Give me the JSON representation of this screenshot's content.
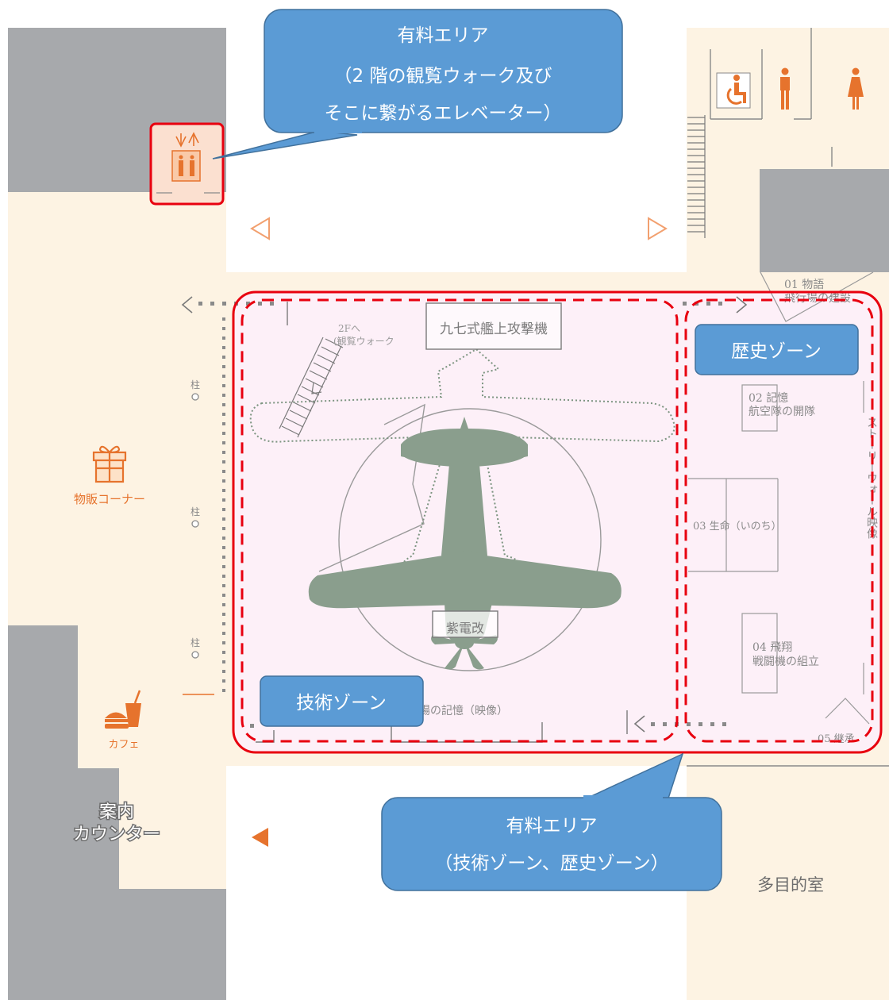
{
  "callouts": {
    "elevator": [
      "有料エリア",
      "（2 階の観覧ウォーク及び",
      "そこに繋がるエレベーター）"
    ],
    "zones": [
      "有料エリア",
      "（技術ゾーン、歴史ゾーン）"
    ]
  },
  "zones": {
    "history": "歴史ゾーン",
    "tech": "技術ゾーン"
  },
  "aircraft": {
    "type97": "九七式艦上攻撃機",
    "shidenkai": "紫電改"
  },
  "labels": {
    "to2f_line1": "2Fへ",
    "to2f_line2": "(観覧ウォーク",
    "airfield": "飛行場の記憶（映像）",
    "pillar": "柱",
    "shop": "物販コーナー",
    "cafe": "カフェ",
    "info_line1": "案内",
    "info_line2": "カウンター",
    "multipurpose": "多目的室",
    "storywall": "ストーリーウォール映像"
  },
  "exhibits": {
    "e01_title": "01 物語",
    "e01_sub": "飛行場の建設",
    "e02_title": "02 記憶",
    "e02_sub": "航空隊の開隊",
    "e03": "03 生命（いのち）",
    "e04_title": "04 飛翔",
    "e04_sub": "戦闘機の組立",
    "e05": "05 継承"
  },
  "colors": {
    "floor": "#fdf3e3",
    "wall": "#a7a9ac",
    "callout": "#5b9bd5",
    "callout_border": "#41719c",
    "paid_red": "#e8000f",
    "zone_fill": "#fdf0f8",
    "plane": "#8a9e8d",
    "icon_orange": "#e6732d"
  },
  "icons": [
    "elevator-icon",
    "wheelchair-icon",
    "man-icon",
    "woman-icon",
    "gift-icon",
    "cafe-icon",
    "arrow-left-icon",
    "arrow-right-icon"
  ]
}
